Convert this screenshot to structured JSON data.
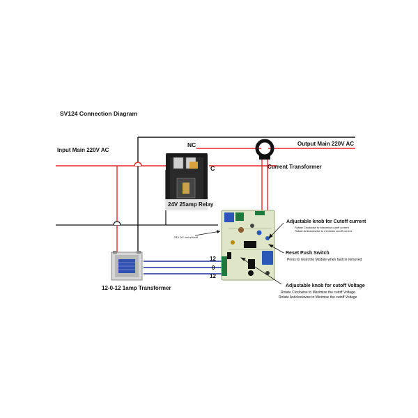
{
  "title": "SV124 Connection Diagram",
  "labels": {
    "input_main": "Input Main 220V AC",
    "output_main": "Output Main 220V AC",
    "nc": "NC",
    "c": "C",
    "current_transformer": "Current Transformer",
    "relay": "24V 25amp Relay",
    "relay_note": "24V DC out at fault",
    "transformer": "12-0-12 1amp Transformer",
    "tap_12_top": "12",
    "tap_0": "0",
    "tap_12_bottom": "12",
    "knob_current_title": "Adjustable knob for Cutoff current",
    "knob_current_line1": "Rotate Clockwise to Maximise cutoff current",
    "knob_current_line2": "Rotate Anticlockwise to minimise cutoff current",
    "reset_title": "Reset Push Switch",
    "reset_desc": "Press to reset the Module when fault in removed",
    "knob_voltage_title": "Adjustable knob for cutoff Voltage",
    "knob_voltage_line1": "Rotate Clockwise to Maximise the cutoff Voltage",
    "knob_voltage_line2": "Rotate Anticlockwise to Minimise the cutoff Voltage"
  },
  "colors": {
    "live_wire": "#e8262b",
    "neutral_wire": "#111111",
    "secondary_wire": "#1f2a9e",
    "pcb": "#dfe6c8",
    "relay_blue": "#2b58b8"
  }
}
